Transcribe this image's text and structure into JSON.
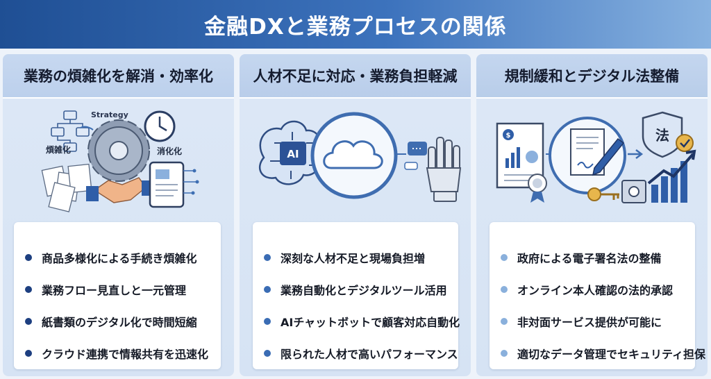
{
  "title": "金融DXと業務プロセスの関係",
  "columns": [
    {
      "heading": "業務の煩雑化を解消・効率化",
      "labels": {
        "strategy": "Strategy",
        "complex": "煩雑化",
        "resolved": "消化化"
      },
      "items": [
        "商品多様化による手続き煩雑化",
        "業務フロー見直しと一元管理",
        "紙書類のデジタル化で時間短縮",
        "クラウド連携で情報共有を迅速化"
      ]
    },
    {
      "heading": "人材不足に対応・業務負担軽減",
      "labels": {
        "ai": "AI"
      },
      "items": [
        "深刻な人材不足と現場負担増",
        "業務自動化とデジタルツール活用",
        "AIチャットボットで顧客対応自動化",
        "限られた人材で高いパフォーマンス"
      ]
    },
    {
      "heading": "規制緩和とデジタル法整備",
      "labels": {
        "law": "法",
        "dollar": "$"
      },
      "items": [
        "政府による電子署名法の整備",
        "オンライン本人確認の法的承認",
        "非対面サービス提供が可能に",
        "適切なデータ管理でセキュリティ担保"
      ]
    }
  ],
  "colors": {
    "navy": "#1d3f80",
    "blue": "#3a6cb4",
    "light_blue": "#8ab0dc"
  }
}
